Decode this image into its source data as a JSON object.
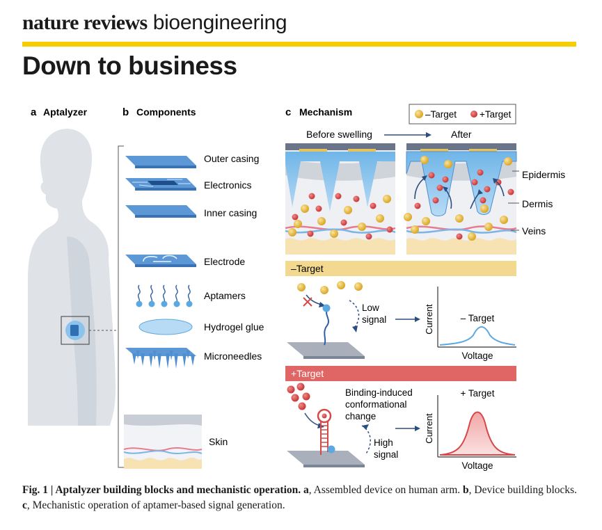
{
  "masthead": {
    "brand": "nature reviews",
    "journal": "bioengineering"
  },
  "headline": "Down to business",
  "panels": {
    "a": {
      "letter": "a",
      "title": "Aptalyzer"
    },
    "b": {
      "letter": "b",
      "title": "Components",
      "items": [
        "Outer casing",
        "Electronics",
        "Inner casing",
        "Electrode",
        "Aptamers",
        "Hydrogel glue",
        "Microneedles",
        "Skin"
      ]
    },
    "c": {
      "letter": "c",
      "title": "Mechanism",
      "legend_minus": "–Target",
      "legend_plus": "+Target",
      "before": "Before swelling",
      "after": "After",
      "layers": [
        "Epidermis",
        "Dermis",
        "Veins"
      ],
      "minus_band": "–Target",
      "plus_band": "+Target",
      "low_signal_1": "Low",
      "low_signal_2": "signal",
      "binding_1": "Binding-induced",
      "binding_2": "conformational",
      "binding_3": "change",
      "high_signal_1": "High",
      "high_signal_2": "signal",
      "curve_minus_label": "– Target",
      "curve_plus_label": "+ Target",
      "y_axis": "Current",
      "x_axis": "Voltage"
    }
  },
  "caption": {
    "fig": "Fig. 1 | Aptalyzer building blocks and mechanistic operation.",
    "a_letter": "a",
    "a_text": ", Assembled device on human arm.",
    "b_letter": "b",
    "b_text": ", Device building blocks.",
    "c_letter": "c",
    "c_text": ", Mechanistic operation of aptamer-based signal generation."
  },
  "colors": {
    "accent": "#f6cd00",
    "target_minus": "#e6b93a",
    "target_plus": "#d64848",
    "device_blue": "#4f8fd0",
    "signal_band_minus": "#f3d98f",
    "signal_band_plus": "#e06666"
  }
}
